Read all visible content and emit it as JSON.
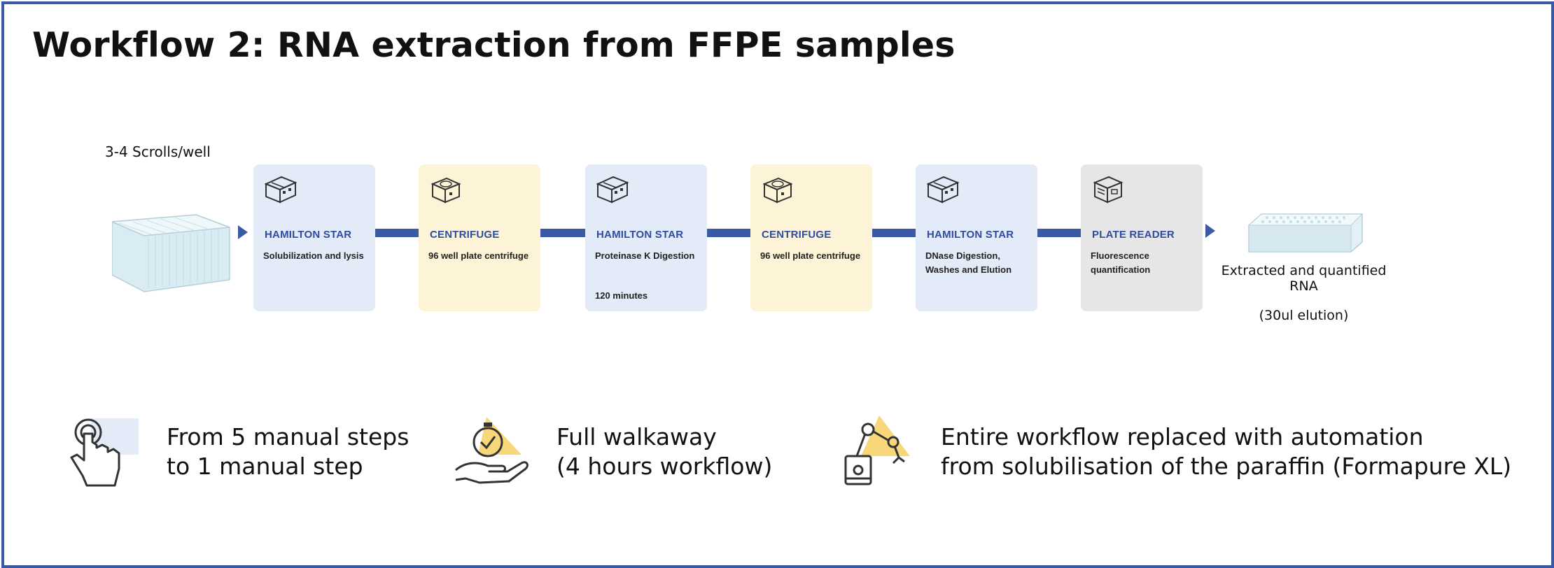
{
  "title": "Workflow 2: RNA extraction from FFPE samples",
  "input": {
    "label": "3-4 Scrolls/well"
  },
  "steps": [
    {
      "title": "HAMILTON STAR",
      "desc": "Solubilization and lysis",
      "note": "",
      "color": "#e3eaf8",
      "icon": "robot-module-icon"
    },
    {
      "title": "CENTRIFUGE",
      "desc": "96 well plate centrifuge",
      "note": "",
      "color": "#fdf3d6",
      "icon": "centrifuge-icon"
    },
    {
      "title": "HAMILTON STAR",
      "desc": "Proteinase K Digestion",
      "note": "120 minutes",
      "color": "#e3eaf8",
      "icon": "robot-module-icon"
    },
    {
      "title": "CENTRIFUGE",
      "desc": "96 well plate centrifuge",
      "note": "",
      "color": "#fdf3d6",
      "icon": "centrifuge-icon"
    },
    {
      "title": "HAMILTON STAR",
      "desc": "DNase Digestion, Washes and Elution",
      "note": "",
      "color": "#e3eaf8",
      "icon": "robot-module-icon"
    },
    {
      "title": "PLATE READER",
      "desc": "Fluorescence quantification",
      "note": "",
      "color": "#e6e6e6",
      "icon": "plate-reader-icon"
    }
  ],
  "output": {
    "label": "Extracted and quantified RNA",
    "note": "(30ul elution)"
  },
  "benefits": [
    {
      "line1": "From 5 manual steps",
      "line2": "to 1 manual step",
      "icon": "hand-pointer-icon"
    },
    {
      "line1": "Full walkaway",
      "line2": "(4 hours workflow)",
      "icon": "hand-stopwatch-icon"
    },
    {
      "line1": "Entire workflow replaced with automation",
      "line2": "from solubilisation of the paraffin (Formapure XL)",
      "icon": "robot-arm-icon"
    }
  ],
  "colors": {
    "accent": "#3b5aa6",
    "title_blue": "#2e4d9e",
    "highlight_yellow": "#f7d77a"
  }
}
